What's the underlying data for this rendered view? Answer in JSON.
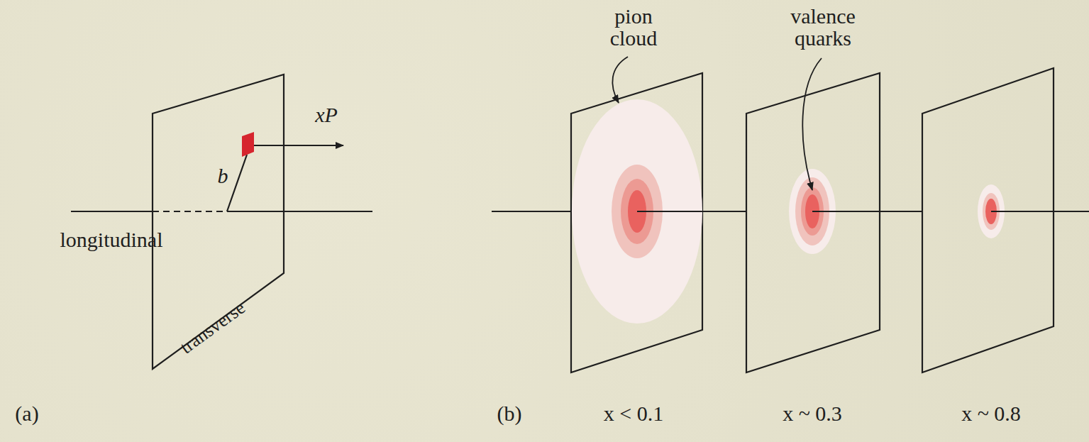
{
  "diagram": {
    "labels": [
      "xP",
      "b",
      "longitudinal",
      "transverse",
      "(a)",
      "pion cloud",
      "valence quarks",
      "(b)",
      "x < 0.1",
      "x ~ 0.3",
      "x ~ 0.8"
    ]
  }
}
